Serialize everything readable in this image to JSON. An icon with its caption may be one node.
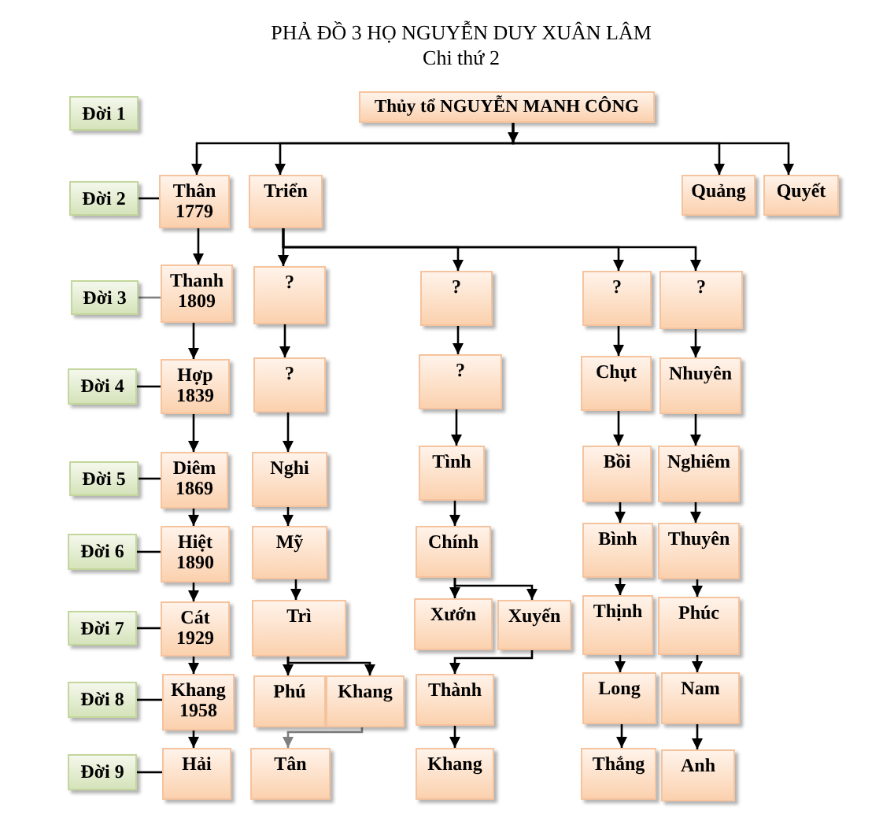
{
  "diagram": {
    "title": "PHẢ ĐỒ 3 HỌ NGUYỄN DUY XUÂN LÂM",
    "nodes": [
      {
        "text": [
          "Đời 1"
        ]
      },
      {
        "text": [
          "Thủy tổ NGUYỄN MANH CÔNG"
        ]
      },
      {
        "text": [
          "Đời 2"
        ]
      },
      {
        "text": [
          "Thân 1779"
        ]
      },
      {
        "text": [
          "Triển"
        ]
      },
      {
        "text": [
          "Quảng"
        ]
      },
      {
        "text": [
          "Quyết"
        ]
      },
      {
        "text": [
          "Đời 3"
        ]
      },
      {
        "text": [
          "Thanh 1809"
        ]
      },
      {
        "text": [
          "?"
        ]
      },
      {
        "text": [
          "?"
        ]
      },
      {
        "text": [
          "?"
        ]
      },
      {
        "text": [
          "?"
        ]
      },
      {
        "text": [
          "Đời 4"
        ]
      },
      {
        "text": [
          "Hợp 1839"
        ]
      },
      {
        "text": [
          "?"
        ]
      },
      {
        "text": [
          "?"
        ]
      },
      {
        "text": [
          "Chụt"
        ]
      },
      {
        "text": [
          "Nhuyên"
        ]
      },
      {
        "text": [
          "Đời 5"
        ]
      },
      {
        "text": [
          "Diêm 1869"
        ]
      },
      {
        "text": [
          "Nghi"
        ]
      },
      {
        "text": [
          "Tình"
        ]
      },
      {
        "text": [
          "Bồi"
        ]
      },
      {
        "text": [
          "Nghiêm"
        ]
      },
      {
        "text": [
          "Đời 6"
        ]
      },
      {
        "text": [
          "Hiệt 1890"
        ]
      },
      {
        "text": [
          "Mỹ"
        ]
      },
      {
        "text": [
          "Chính"
        ]
      },
      {
        "text": [
          "Bình"
        ]
      },
      {
        "text": [
          "Thuyên"
        ]
      },
      {
        "text": [
          "Đời 7"
        ]
      },
      {
        "text": [
          "Cát 1929"
        ]
      },
      {
        "text": [
          "Trì"
        ]
      },
      {
        "text": [
          "Xướn"
        ]
      },
      {
        "text": [
          "Xuyến"
        ]
      },
      {
        "text": [
          "Thịnh"
        ]
      },
      {
        "text": [
          "Phúc"
        ]
      },
      {
        "text": [
          "Đời 8"
        ]
      },
      {
        "text": [
          "Khang 1958"
        ]
      },
      {
        "text": [
          "Phú"
        ]
      },
      {
        "text": [
          "Khang"
        ]
      },
      {
        "text": [
          "Thành"
        ]
      },
      {
        "text": [
          "Long"
        ]
      },
      {
        "text": [
          "Nam"
        ]
      },
      {
        "text": [
          "Đời 9"
        ]
      },
      {
        "text": [
          "Hải"
        ]
      },
      {
        "text": [
          "Tân"
        ]
      },
      {
        "text": [
          "Khang"
        ]
      },
      {
        "text": [
          "Thắng"
        ]
      },
      {
        "text": [
          "Anh"
        ]
      }
    ],
    "edges": [
      {
        "from": 1,
        "to": 3,
        "arrow": "to"
      },
      {
        "from": 1,
        "to": 4,
        "arrow": "to"
      },
      {
        "from": 1,
        "to": 5,
        "arrow": "to"
      },
      {
        "from": 1,
        "to": 6,
        "arrow": "to"
      },
      {
        "from": 2,
        "to": 3,
        "arrow": "none"
      },
      {
        "from": 3,
        "to": 8,
        "arrow": "to"
      },
      {
        "from": 4,
        "to": 9,
        "arrow": "to"
      },
      {
        "from": 4,
        "to": 10,
        "arrow": "to"
      },
      {
        "from": 4,
        "to": 11,
        "arrow": "to"
      },
      {
        "from": 4,
        "to": 12,
        "arrow": "to"
      },
      {
        "from": 7,
        "to": 8,
        "arrow": "none",
        "color": "#7f7f7f"
      },
      {
        "from": 8,
        "to": 14,
        "arrow": "to"
      },
      {
        "from": 9,
        "to": 15,
        "arrow": "to"
      },
      {
        "from": 10,
        "to": 16,
        "arrow": "to"
      },
      {
        "from": 11,
        "to": 17,
        "arrow": "to"
      },
      {
        "from": 12,
        "to": 18,
        "arrow": "to"
      },
      {
        "from": 13,
        "to": 14,
        "arrow": "none"
      },
      {
        "from": 14,
        "to": 20,
        "arrow": "to"
      },
      {
        "from": 15,
        "to": 21,
        "arrow": "to"
      },
      {
        "from": 16,
        "to": 22,
        "arrow": "to"
      },
      {
        "from": 17,
        "to": 23,
        "arrow": "to"
      },
      {
        "from": 18,
        "to": 24,
        "arrow": "to"
      },
      {
        "from": 19,
        "to": 20,
        "arrow": "none"
      },
      {
        "from": 20,
        "to": 26,
        "arrow": "to"
      },
      {
        "from": 21,
        "to": 27,
        "arrow": "to"
      },
      {
        "from": 22,
        "to": 28,
        "arrow": "to"
      },
      {
        "from": 23,
        "to": 29,
        "arrow": "to"
      },
      {
        "from": 24,
        "to": 30,
        "arrow": "to"
      },
      {
        "from": 25,
        "to": 26,
        "arrow": "none"
      },
      {
        "from": 26,
        "to": 32,
        "arrow": "to"
      },
      {
        "from": 27,
        "to": 33,
        "arrow": "to"
      },
      {
        "from": 28,
        "to": 34,
        "arrow": "to"
      },
      {
        "from": 28,
        "to": 35,
        "arrow": "to"
      },
      {
        "from": 29,
        "to": 36,
        "arrow": "to"
      },
      {
        "from": 30,
        "to": 37,
        "arrow": "to"
      },
      {
        "from": 31,
        "to": 32,
        "arrow": "none"
      },
      {
        "from": 32,
        "to": 39,
        "arrow": "to"
      },
      {
        "from": 33,
        "to": 40,
        "arrow": "to"
      },
      {
        "from": 33,
        "to": 41,
        "arrow": "to"
      },
      {
        "from": 35,
        "to": 42,
        "arrow": "to"
      },
      {
        "from": 36,
        "to": 43,
        "arrow": "to"
      },
      {
        "from": 37,
        "to": 44,
        "arrow": "to"
      },
      {
        "from": 38,
        "to": 39,
        "arrow": "none"
      },
      {
        "from": 39,
        "to": 46,
        "arrow": "to"
      },
      {
        "from": 41,
        "to": 47,
        "arrow": "to",
        "color": "#7f7f7f"
      },
      {
        "from": 42,
        "to": 48,
        "arrow": "to"
      },
      {
        "from": 43,
        "to": 49,
        "arrow": "to"
      },
      {
        "from": 44,
        "to": 50,
        "arrow": "to"
      },
      {
        "from": 45,
        "to": 46,
        "arrow": "none"
      }
    ],
    "labels": [
      "Chi thứ 2"
    ]
  }
}
